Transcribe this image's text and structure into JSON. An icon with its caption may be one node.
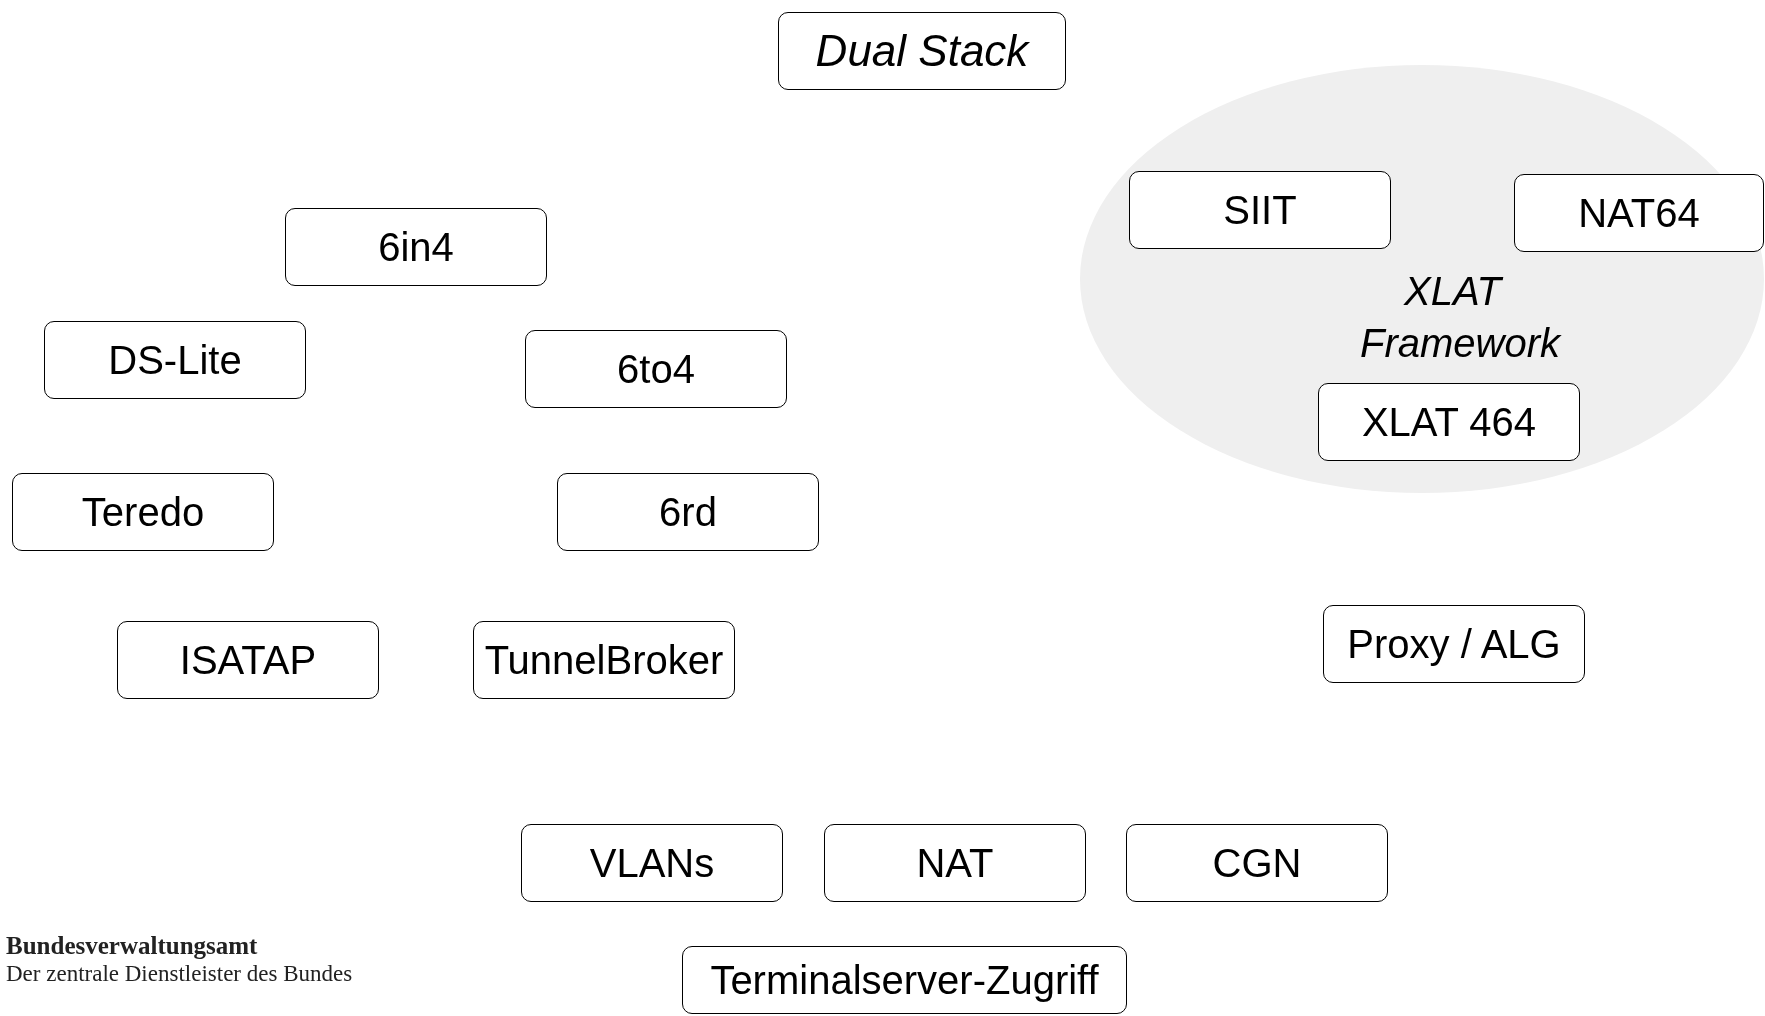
{
  "diagram": {
    "nodes": [
      {
        "text": [
          "Dual Stack"
        ]
      },
      {
        "text": [
          "XLAT Framework"
        ]
      },
      {
        "text": [
          "SIIT"
        ],
        "in": 1
      },
      {
        "text": [
          "NAT64"
        ],
        "in": 1
      },
      {
        "text": [
          "XLAT 464"
        ],
        "in": 1
      },
      {
        "text": [
          "6in4"
        ]
      },
      {
        "text": [
          "DS-Lite"
        ]
      },
      {
        "text": [
          "6to4"
        ]
      },
      {
        "text": [
          "Teredo"
        ]
      },
      {
        "text": [
          "6rd"
        ]
      },
      {
        "text": [
          "ISATAP"
        ]
      },
      {
        "text": [
          "TunnelBroker"
        ]
      },
      {
        "text": [
          "Proxy / ALG"
        ]
      },
      {
        "text": [
          "VLANs"
        ]
      },
      {
        "text": [
          "NAT"
        ]
      },
      {
        "text": [
          "CGN"
        ]
      },
      {
        "text": [
          "Terminalserver-Zugriff"
        ]
      }
    ],
    "edges": [],
    "labels": [
      "Bundesverwaltungsamt",
      "Der zentrale Dienstleister des Bundes"
    ]
  }
}
